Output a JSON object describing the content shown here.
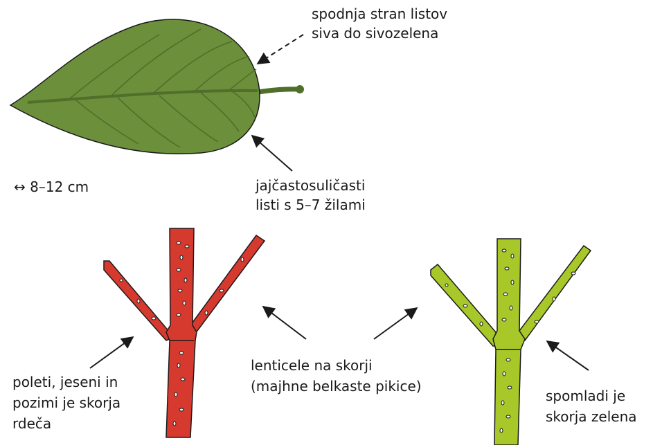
{
  "labels": {
    "underside_line1": "spodnja stran listov",
    "underside_line2": "siva do sivozelena",
    "size": "↔ 8–12 cm",
    "leaf_shape_line1": "jajčastosuličasti",
    "leaf_shape_line2": "listi s 5–7 žilami",
    "lenticels_line1": "lenticele na skorji",
    "lenticels_line2": "(majhne belkaste pikice)",
    "red_bark_line1": "poleti, jeseni in",
    "red_bark_line2": "pozimi je skorja",
    "red_bark_line3": "rdeča",
    "green_bark_line1": "spomladi je",
    "green_bark_line2": "skorja  zelena"
  },
  "colors": {
    "leaf": "#6b8f3a",
    "leaf_vein": "#4f6f2a",
    "stem_red": "#d63a2f",
    "stem_green": "#a8c82a",
    "outline": "#1a1a1a"
  }
}
